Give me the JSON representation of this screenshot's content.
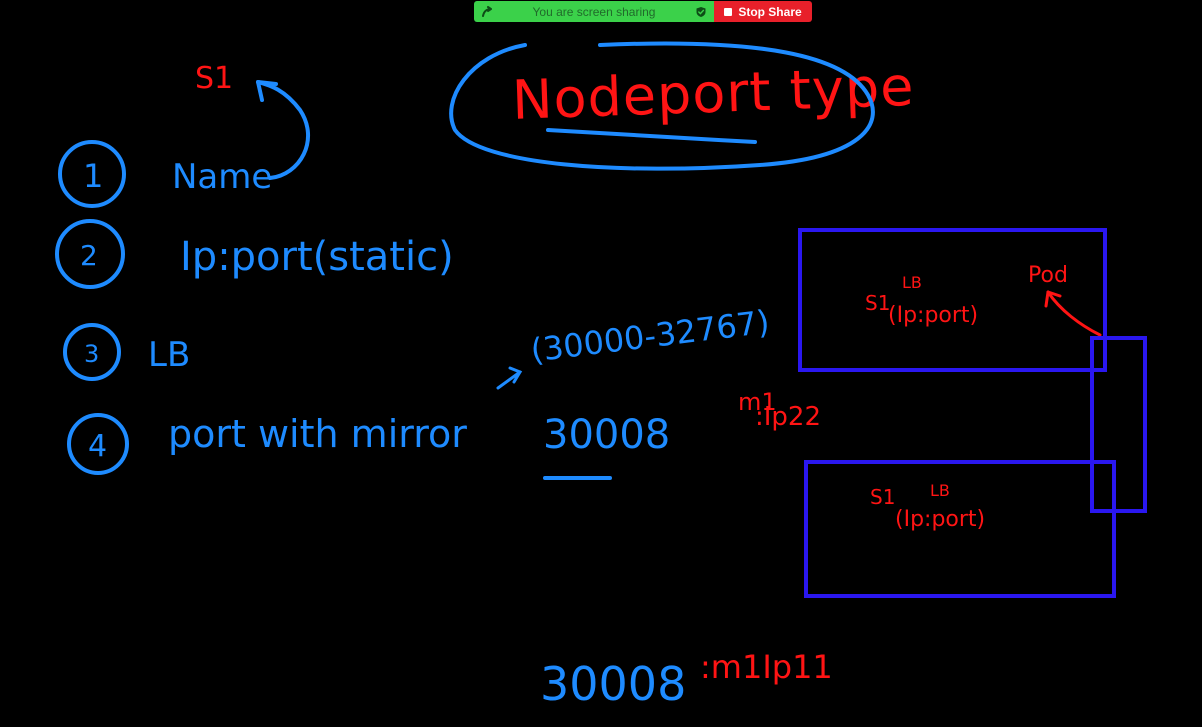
{
  "sharing_bar": {
    "status_text": "You are screen sharing",
    "stop_label": "Stop Share",
    "status_color": "#3bd14a",
    "stop_color": "#e8202a"
  },
  "whiteboard": {
    "colors": {
      "blue": "#1e8bff",
      "red": "#ff1414",
      "box": "#2a17f0"
    },
    "title": "Nodeport type",
    "s1_label": "S1",
    "items": [
      {
        "number": "1",
        "text": "Name"
      },
      {
        "number": "2",
        "text": "Ip:port(static)"
      },
      {
        "number": "3",
        "text": "LB"
      },
      {
        "number": "4",
        "text": "port with mirror"
      }
    ],
    "range_text": "(30000-32767)",
    "port_value": "30008",
    "box_top": {
      "s1": "S1",
      "lb": "LB",
      "ipport": "(Ip:port)",
      "pod": "Pod"
    },
    "box_bottom": {
      "s1": "S1",
      "lb": "LB",
      "ipport": "(Ip:port)"
    },
    "m1_label": "m1",
    "m1_ip": ":Ip22",
    "bottom_port": "30008",
    "bottom_ip": ":m1Ip11"
  }
}
